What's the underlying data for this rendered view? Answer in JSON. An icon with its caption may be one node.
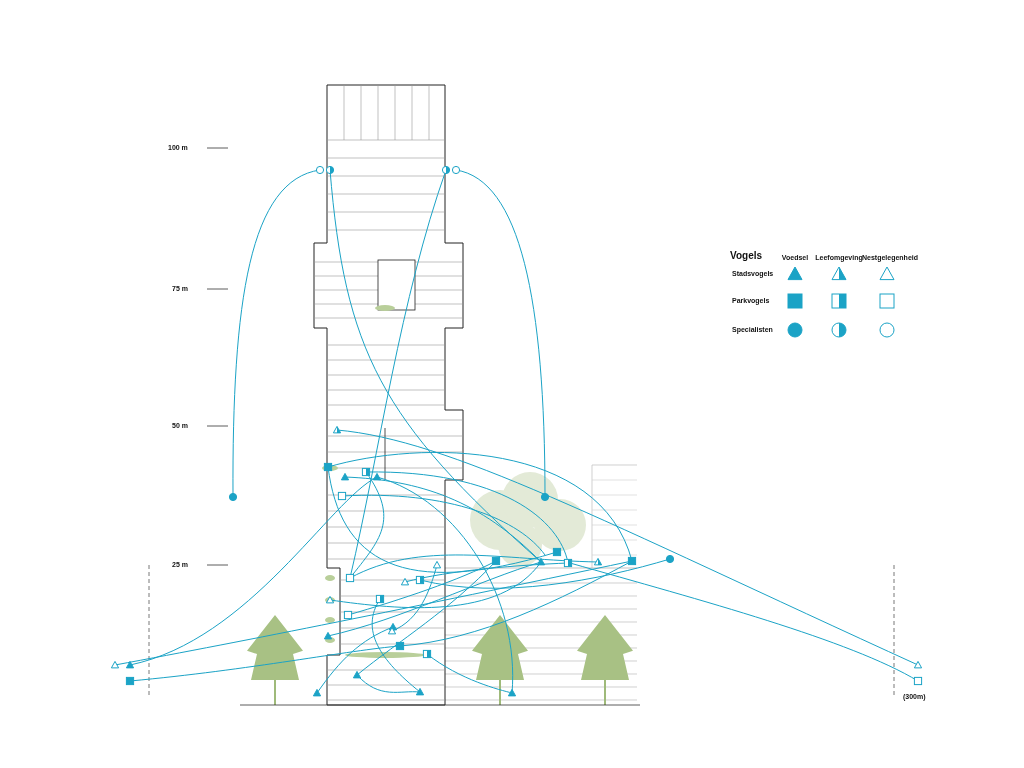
{
  "diagram": {
    "labels": [
      "100 m",
      "75 m",
      "50 m",
      "25 m",
      "(300m)",
      "Vogels",
      "Voedsel",
      "Leefomgeving",
      "Nestgelegenheid",
      "Stadsvogels",
      "Parkvogels",
      "Specialisten"
    ]
  }
}
